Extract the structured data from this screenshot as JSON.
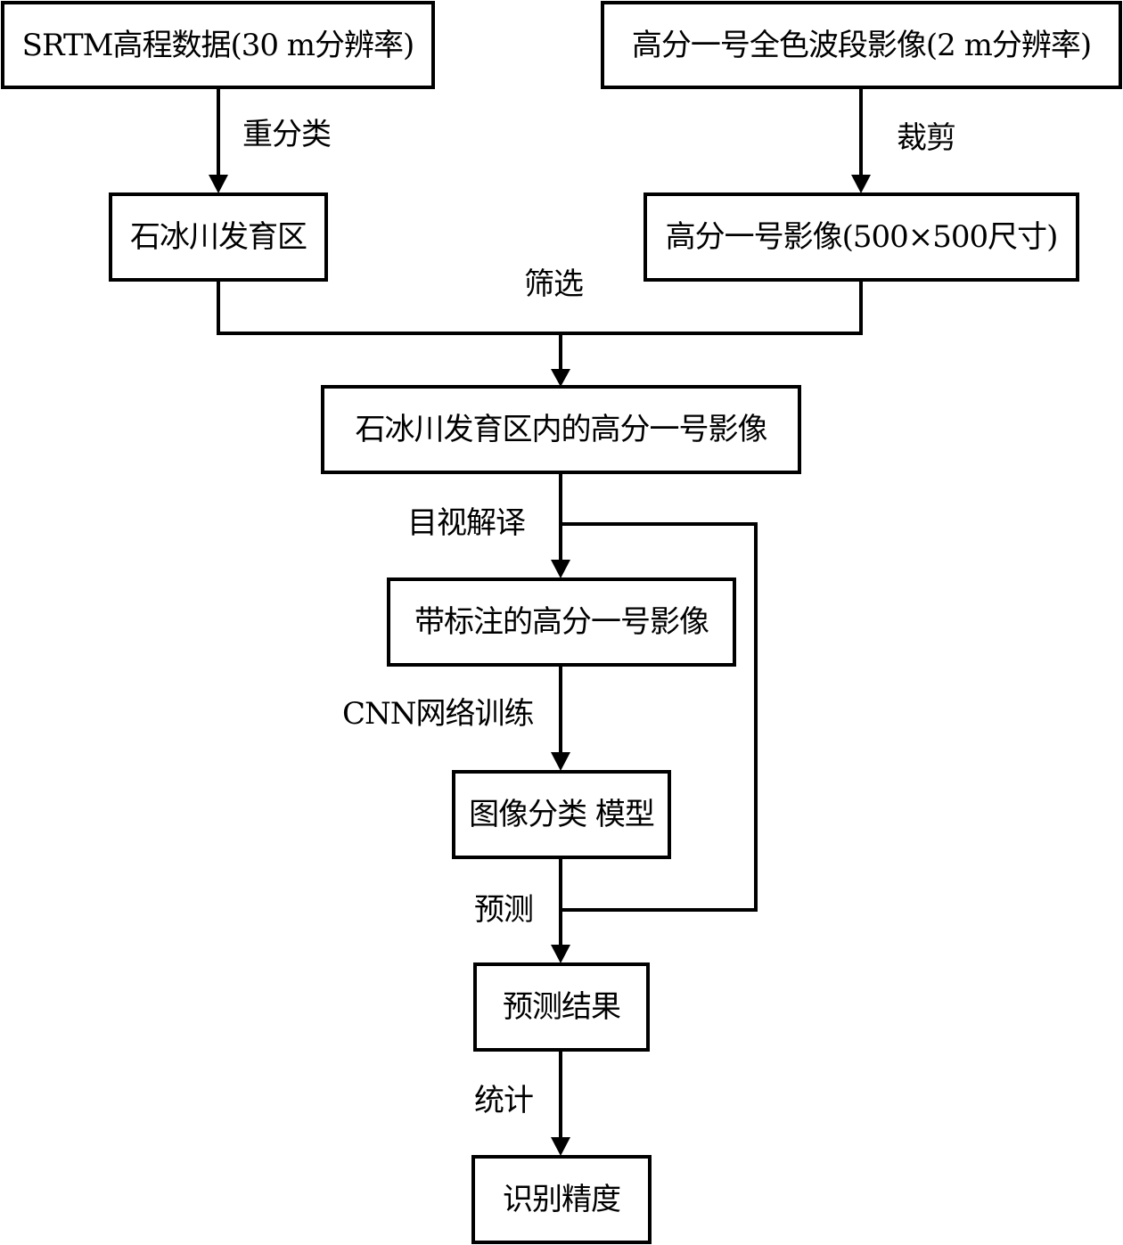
{
  "diagram": {
    "type": "flowchart",
    "nodes": {
      "srtm": "SRTM高程数据(30 m分辨率)",
      "gf1_pan": "高分一号全色波段影像(2 m分辨率)",
      "rock_glacier_area": "石冰川发育区",
      "gf1_tiles": "高分一号影像(500×500尺寸)",
      "gf1_in_area": "石冰川发育区内的高分一号影像",
      "labeled_gf1": "带标注的高分一号影像",
      "classification_model": "图像分类 模型",
      "prediction_result": "预测结果",
      "accuracy": "识别精度"
    },
    "edge_labels": {
      "reclassify": "重分类",
      "crop": "裁剪",
      "filter": "筛选",
      "visual_interpretation": "目视解译",
      "cnn_training": "CNN网络训练",
      "predict": "预测",
      "statistics": "统计"
    },
    "edges": [
      {
        "from": "srtm",
        "to": "rock_glacier_area",
        "label": "重分类"
      },
      {
        "from": "gf1_pan",
        "to": "gf1_tiles",
        "label": "裁剪"
      },
      {
        "from": [
          "rock_glacier_area",
          "gf1_tiles"
        ],
        "to": "gf1_in_area",
        "label": "筛选"
      },
      {
        "from": "gf1_in_area",
        "to": "labeled_gf1",
        "label": "目视解译"
      },
      {
        "from": "labeled_gf1",
        "to": "classification_model",
        "label": "CNN网络训练"
      },
      {
        "from": "classification_model",
        "to": "prediction_result",
        "label": "预测"
      },
      {
        "from": "gf1_in_area",
        "to": "prediction_result",
        "label": "",
        "note": "feedback bypass line"
      },
      {
        "from": "prediction_result",
        "to": "accuracy",
        "label": "统计"
      }
    ]
  }
}
